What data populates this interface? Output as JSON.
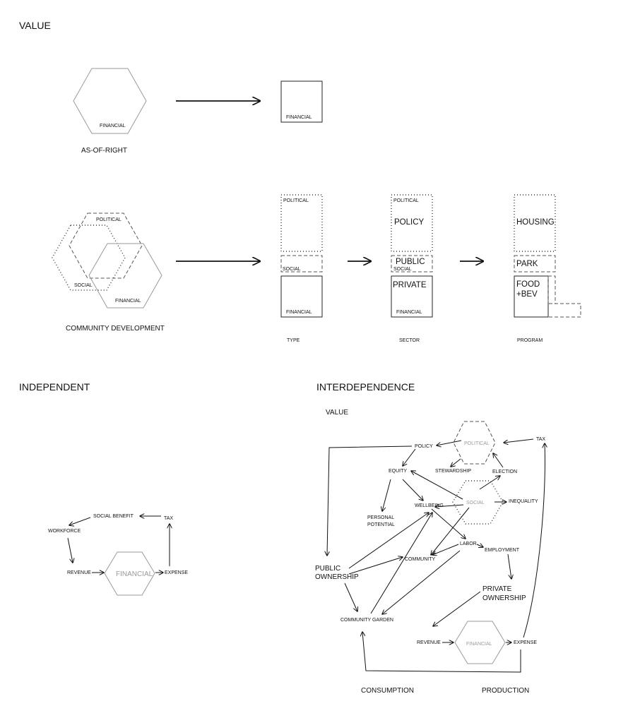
{
  "headings": {
    "value": "VALUE",
    "independent": "INDEPENDENT",
    "interdependence": "INTERDEPENDENCE",
    "interdependence_sub": "VALUE"
  },
  "as_of_right": {
    "caption": "AS-OF-RIGHT",
    "hex_label": "FINANCIAL",
    "box_label": "FINANCIAL"
  },
  "community_development": {
    "caption": "COMMUNITY DEVELOPMENT",
    "hex_labels": {
      "political": "POLITICAL",
      "social": "SOCIAL",
      "financial": "FINANCIAL"
    }
  },
  "columns": {
    "type": {
      "caption": "TYPE",
      "political": "POLITICAL",
      "social": "SOCIAL",
      "financial": "FINANCIAL"
    },
    "sector": {
      "caption": "SECTOR",
      "political": "POLITICAL",
      "policy": "POLICY",
      "public": "PUBLIC",
      "social": "SOCIAL",
      "private": "PRIVATE",
      "financial": "FINANCIAL"
    },
    "program": {
      "caption": "PROGRAM",
      "housing": "HOUSING",
      "park": "PARK",
      "food_line1": "FOOD",
      "food_line2": "+BEV"
    }
  },
  "independent_cycle": {
    "social_benefit": "SOCIAL BENEFIT",
    "tax": "TAX",
    "workforce": "WORKFORCE",
    "revenue": "REVENUE",
    "financial": "FINANCIAL",
    "expense": "EXPENSE"
  },
  "interdependence_map": {
    "political": "POLITICAL",
    "policy": "POLICY",
    "tax": "TAX",
    "equity": "EQUITY",
    "stewardship": "STEWARDSHIP",
    "election": "ELECTION",
    "social": "SOCIAL",
    "inequality": "INEQUALITY",
    "wellbeing": "WELLBEING",
    "personal_line1": "PERSONAL",
    "personal_line2": "POTENTIAL",
    "labor": "LABOR",
    "employment": "EMPLOYMENT",
    "community": "COMMUNITY",
    "public_line1": "PUBLIC",
    "public_line2": "OWNERSHIP",
    "private_line1": "PRIVATE",
    "private_line2": "OWNERSHIP",
    "community_garden": "COMMUNITY GARDEN",
    "revenue": "REVENUE",
    "financial": "FINANCIAL",
    "expense": "EXPENSE",
    "consumption": "CONSUMPTION",
    "production": "PRODUCTION"
  }
}
